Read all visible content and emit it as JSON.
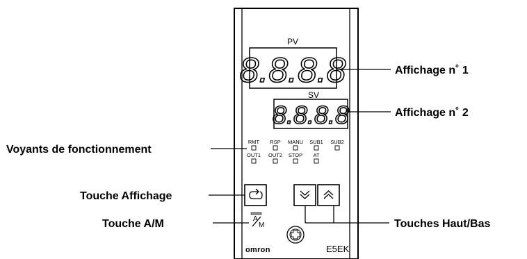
{
  "controller": {
    "pv_label": "PV",
    "sv_label": "SV",
    "pv_display": "8.8.8.8",
    "sv_display": "8.8.8.8",
    "indicators_top": [
      "RMT",
      "RSP",
      "MANU",
      "SUB1",
      "SUB2"
    ],
    "indicators_bottom": [
      "OUT1",
      "OUT2",
      "STOP",
      "AT"
    ],
    "am_key_top": "A",
    "am_key_bottom": "M",
    "brand": "omron",
    "model": "E5EK"
  },
  "callouts": {
    "display1": "Affichage n˚ 1",
    "display2": "Affichage n˚ 2",
    "indicators": "Voyants de fonctionnement",
    "display_key": "Touche Affichage",
    "am_key": "Touche A/M",
    "updown_keys": "Touches Haut/Bas"
  },
  "icons": {
    "display_key": "cycle-arrow-icon",
    "down_key": "double-chevron-down-icon",
    "up_key": "double-chevron-up-icon",
    "screw": "screw-icon"
  }
}
